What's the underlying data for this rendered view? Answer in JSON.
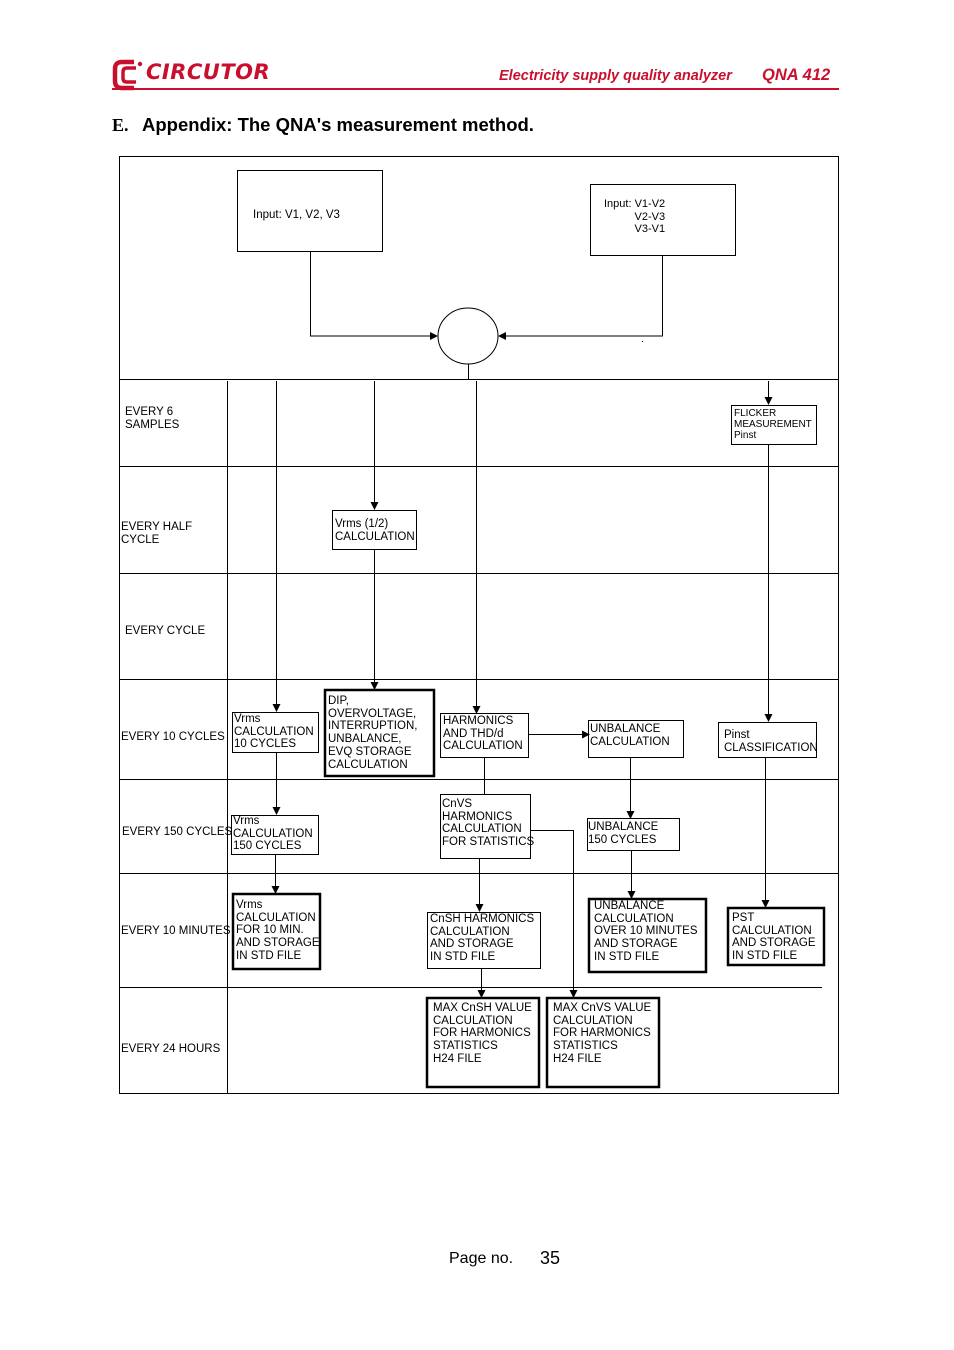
{
  "header": {
    "brand": "CIRCUTOR",
    "subtitle": "Electricity supply quality analyzer",
    "model": "QNA 412",
    "brand_color": "#c8102e",
    "logo_icon": "circutor-logo-icon"
  },
  "section": {
    "letter": "E.",
    "title": "Appendix: The QNA's measurement method."
  },
  "inputs": {
    "phase": "Input: V1, V2, V3",
    "line": "Input: V1-V2\n          V2-V3\n          V3-V1"
  },
  "rows": {
    "every_6_samples": "EVERY 6\nSAMPLES",
    "every_half_cycle": "EVERY HALF\nCYCLE",
    "every_cycle": "EVERY CYCLE",
    "every_10_cycles": "EVERY 10 CYCLES",
    "every_150_cycles": "EVERY 150 CYCLES",
    "every_10_minutes": "EVERY 10 MINUTES",
    "every_24_hours": "EVERY 24 HOURS"
  },
  "boxes": {
    "flicker": "FLICKER\nMEASUREMENT\nPinst",
    "vrms_half": "Vrms (1/2)\nCALCULATION",
    "vrms_10": "Vrms\nCALCULATION\n10 CYCLES",
    "dip": "DIP,\nOVERVOLTAGE,\nINTERRUPTION,\nUNBALANCE,\nEVQ STORAGE\nCALCULATION",
    "harmonics": "HARMONICS\nAND THD/d\nCALCULATION",
    "unbalance_calc": "UNBALANCE\nCALCULATION",
    "pinst_class": "Pinst\nCLASSIFICATION",
    "vrms_150": "Vrms\nCALCULATION\n150 CYCLES",
    "cnvs": "CnVS\nHARMONICS\nCALCULATION\nFOR STATISTICS",
    "unbalance_150": "UNBALANCE\n150 CYCLES",
    "vrms_10min": "Vrms\nCALCULATION\nFOR 10 MIN.\nAND STORAGE\nIN STD FILE",
    "cnsh": "CnSH HARMONICS\nCALCULATION\nAND STORAGE\nIN STD FILE",
    "unbalance_10min": "UNBALANCE\nCALCULATION\nOVER 10 MINUTES\nAND STORAGE\nIN STD FILE",
    "pst": "PST\nCALCULATION\nAND STORAGE\nIN STD FILE",
    "max_cnsh": "MAX CnSH VALUE\nCALCULATION\nFOR HARMONICS\nSTATISTICS\nH24 FILE",
    "max_cnvs": "MAX CnVS VALUE\nCALCULATION\nFOR HARMONICS\nSTATISTICS\nH24 FILE"
  },
  "footer": {
    "page_label": "Page  no.",
    "page_number": "35"
  }
}
